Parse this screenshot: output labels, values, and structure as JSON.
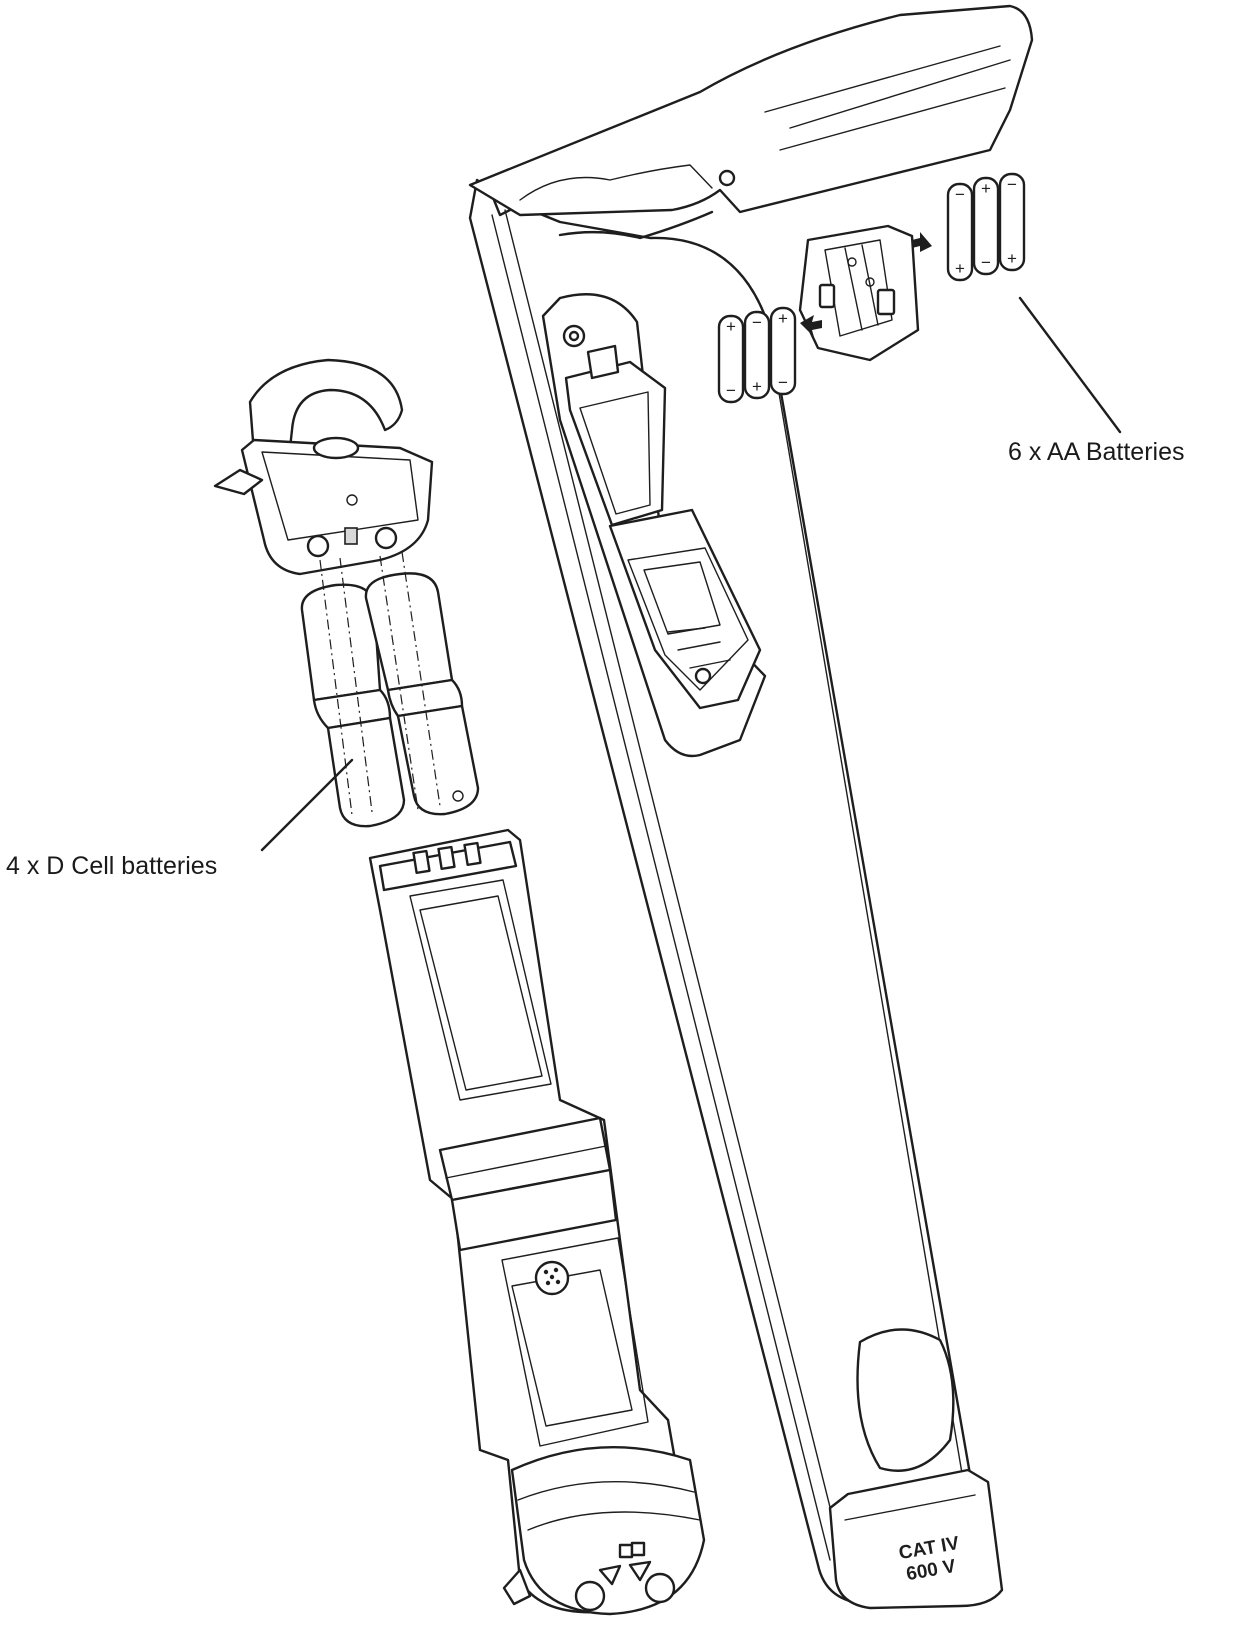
{
  "labels": {
    "aa_batteries": "6 x AA Batteries",
    "d_cell_batteries": "4 x D Cell batteries",
    "cat_rating_line1": "CAT IV",
    "cat_rating_line2": "600 V"
  },
  "terminal_marks": {
    "plus": "+",
    "minus": "−"
  }
}
